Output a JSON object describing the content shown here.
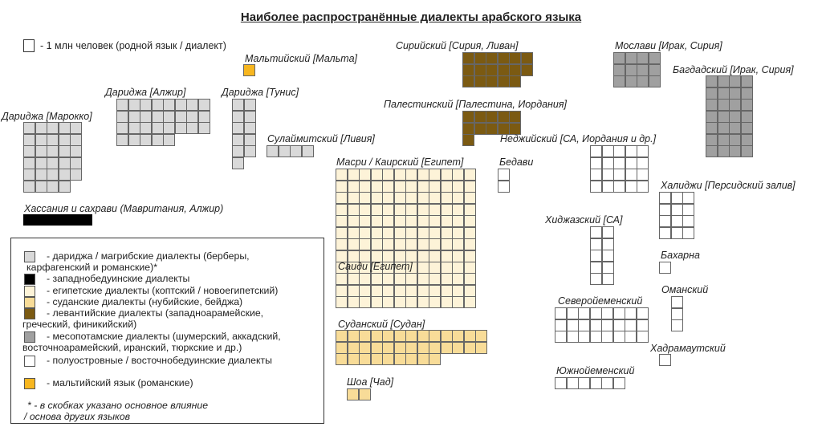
{
  "title": "Наиболее распространённые диалекты арабского языка",
  "scale_note": "- 1 млн человек (родной язык / диалект)",
  "colors": {
    "maghrebi": "#d9d9d9",
    "western_bedouin": "#000000",
    "egyptian": "#fdf3d8",
    "sudanese": "#f8dc98",
    "levantine": "#7b5a12",
    "mesopotamian": "#a0a0a0",
    "peninsular": "#ffffff",
    "maltese": "#f7b61f"
  },
  "dialects": [
    {
      "id": "maltese",
      "label": "Мальтийский [Мальта]",
      "category": "maltese",
      "speakers_millions": 1
    },
    {
      "id": "darija-morocco",
      "label": "Дариджа [Марокко]",
      "category": "maghrebi",
      "speakers_millions": 29
    },
    {
      "id": "darija-algeria",
      "label": "Дариджа [Алжир]",
      "category": "maghrebi",
      "speakers_millions": 29
    },
    {
      "id": "darija-tunisia",
      "label": "Дариджа [Тунис]",
      "category": "maghrebi",
      "speakers_millions": 11
    },
    {
      "id": "sulaimiti",
      "label": "Сулаймитский [Ливия]",
      "category": "maghrebi",
      "speakers_millions": 4
    },
    {
      "id": "hassaniya",
      "label": "Хассания и сахрави (Мавритания, Алжир)",
      "category": "western_bedouin",
      "speakers_millions": 6
    },
    {
      "id": "syrian",
      "label": "Сирийский [Сирия, Ливан]",
      "category": "levantine",
      "speakers_millions": 17
    },
    {
      "id": "palestinian",
      "label": "Палестинский [Палестина, Иордания]",
      "category": "levantine",
      "speakers_millions": 11
    },
    {
      "id": "moslawi",
      "label": "Мослави [Ирак, Сирия]",
      "category": "mesopotamian",
      "speakers_millions": 12
    },
    {
      "id": "baghdadi",
      "label": "Багдадский [Ирак, Сирия]",
      "category": "mesopotamian",
      "speakers_millions": 28
    },
    {
      "id": "najdi",
      "label": "Неджийский [СА, Иордания и др.]",
      "category": "peninsular",
      "speakers_millions": 20
    },
    {
      "id": "bedawi",
      "label": "Бедави",
      "category": "peninsular",
      "speakers_millions": 2
    },
    {
      "id": "masri",
      "label": "Масри / Каирский [Египет]",
      "category": "egyptian",
      "speakers_millions": 108
    },
    {
      "id": "khaliji",
      "label": "Халиджи [Персидский залив]",
      "category": "peninsular",
      "speakers_millions": 12
    },
    {
      "id": "hijazi",
      "label": "Хиджазский [СА]",
      "category": "peninsular",
      "speakers_millions": 10
    },
    {
      "id": "bahrani",
      "label": "Бахарна",
      "category": "peninsular",
      "speakers_millions": 1
    },
    {
      "id": "saidi",
      "label": "Саиди [Египет]",
      "category": "egyptian",
      "speakers_millions": 36
    },
    {
      "id": "omani",
      "label": "Оманский",
      "category": "peninsular",
      "speakers_millions": 3
    },
    {
      "id": "north-yemeni",
      "label": "Северойеменский",
      "category": "peninsular",
      "speakers_millions": 24
    },
    {
      "id": "sudanese",
      "label": "Суданский [Судан]",
      "category": "sudanese",
      "speakers_millions": 35
    },
    {
      "id": "hadrami",
      "label": "Хадрамаутский",
      "category": "peninsular",
      "speakers_millions": 1
    },
    {
      "id": "south-yemeni",
      "label": "Южнойеменский",
      "category": "peninsular",
      "speakers_millions": 6
    },
    {
      "id": "shuwa",
      "label": "Шоа [Чад]",
      "category": "sudanese",
      "speakers_millions": 2
    }
  ],
  "legend": {
    "items": [
      {
        "category": "maghrebi",
        "text": "- дариджа / магрибские диалекты (берберы,\nкарфагенский и романские)*"
      },
      {
        "category": "western_bedouin",
        "text": "- западнобедуинские диалекты"
      },
      {
        "category": "egyptian",
        "text": "- египетские диалекты (коптский / новоегипетский)"
      },
      {
        "category": "sudanese",
        "text": "- суданские диалекты (нубийские, бейджа)"
      },
      {
        "category": "levantine",
        "text": "- левантийские диалекты (западноарамейские,\nгреческий, финикийский)"
      },
      {
        "category": "mesopotamian",
        "text": "- месопотамские диалекты (шумерский, аккадский,\nвосточноарамейский, иранский, тюркские и др.)"
      },
      {
        "category": "peninsular",
        "text": "- полуостровные / восточнобедуинские диалекты"
      },
      {
        "category": "maltese",
        "text": "- мальтийский язык (романские)"
      }
    ],
    "note": "* - в скобках указано основное влияние\n/ основа других языков"
  }
}
